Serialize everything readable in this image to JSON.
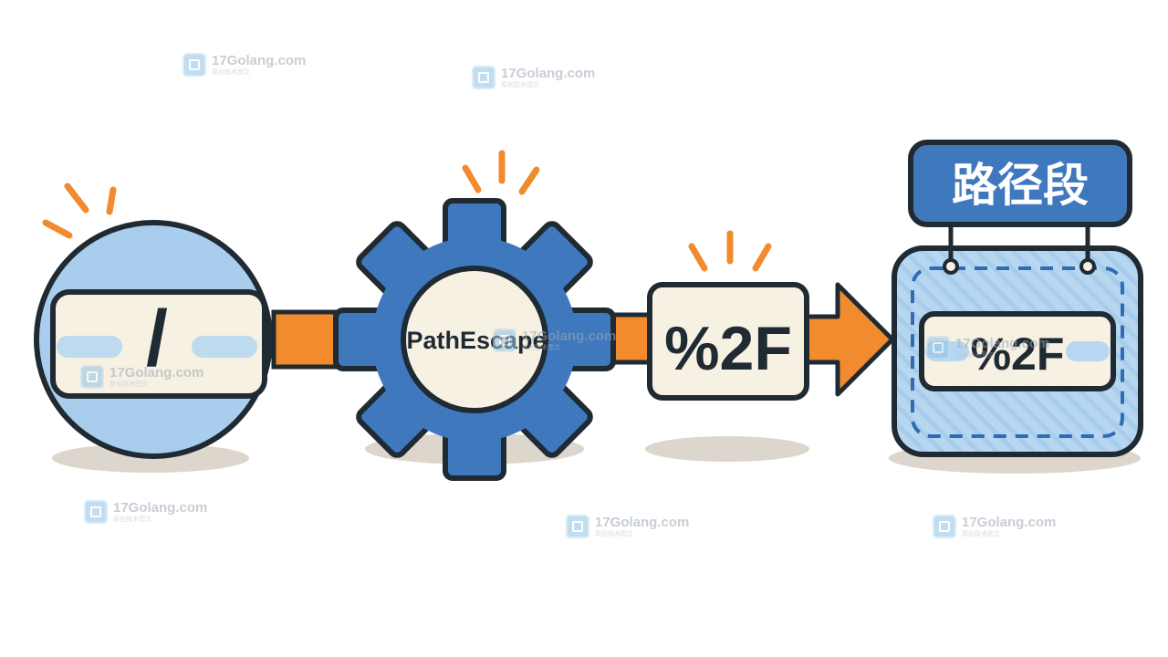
{
  "input": {
    "char": "/"
  },
  "process": {
    "label": "PathEscape"
  },
  "output": {
    "code": "%2F"
  },
  "target": {
    "title": "路径段",
    "code": "%2F"
  },
  "watermark": {
    "site": "17Golang.com",
    "tagline": "原创技术图文"
  },
  "colors": {
    "blue": "#3f78bd",
    "light_blue": "#b7d7f0",
    "orange": "#f28a2e",
    "cream": "#f7f1e3",
    "outline": "#1f2a33"
  }
}
